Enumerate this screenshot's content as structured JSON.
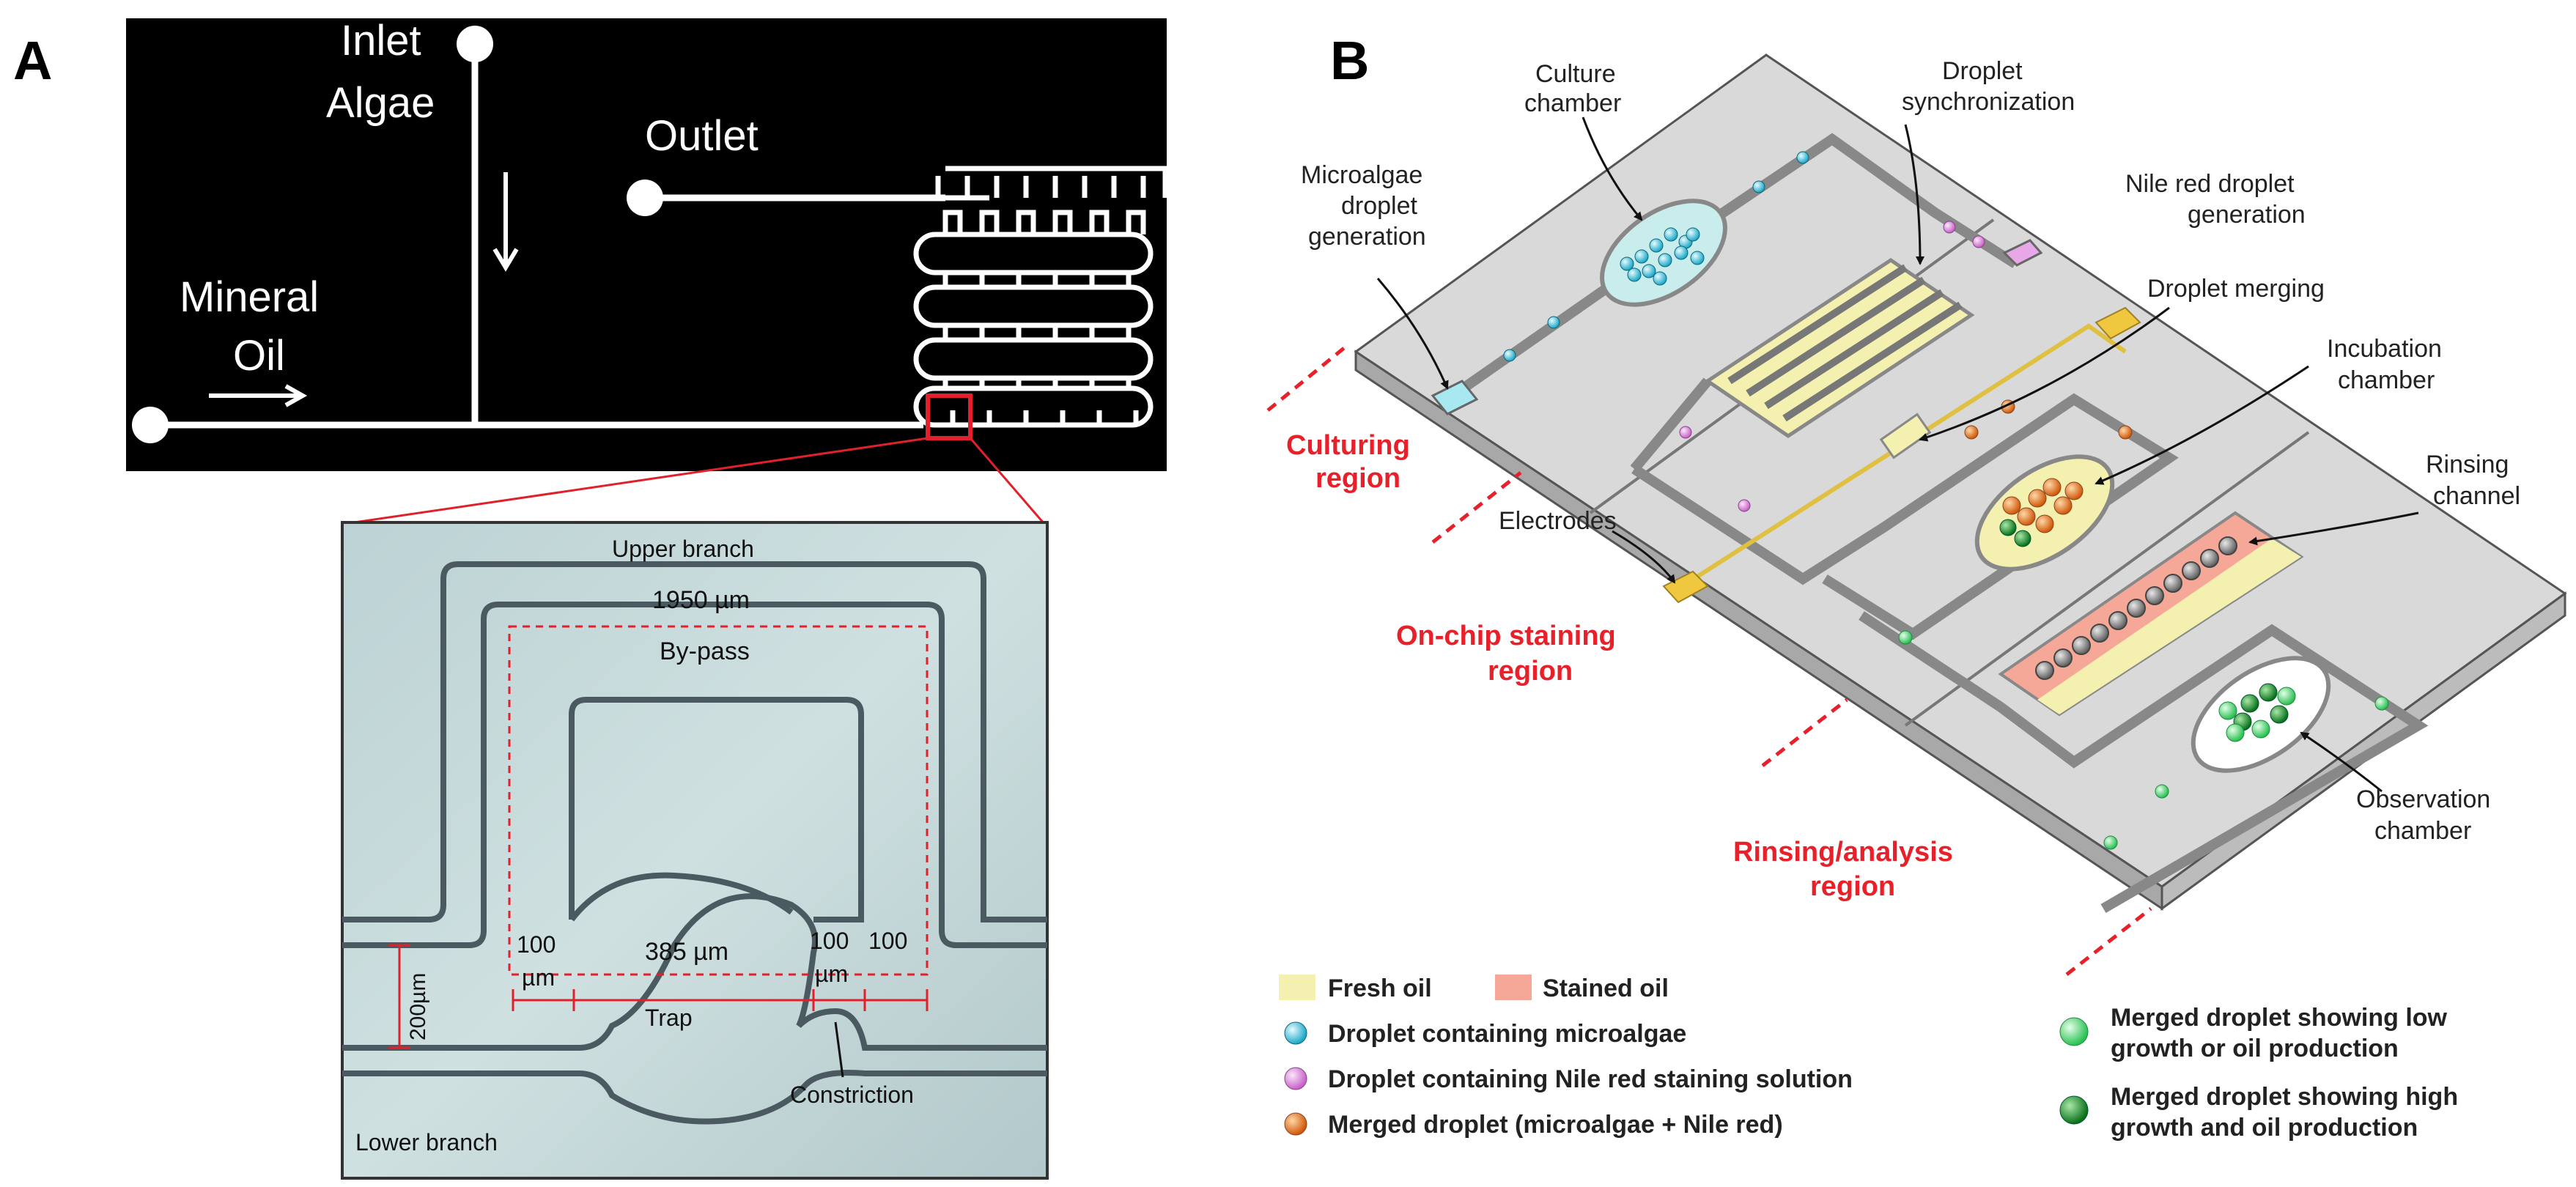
{
  "panel_a": {
    "label": "A",
    "inlet_algae_line1": "Inlet",
    "inlet_algae_line2": "Algae",
    "outlet": "Outlet",
    "mineral_oil_line1": "Mineral",
    "mineral_oil_line2": "Oil",
    "micro": {
      "upper_branch": "Upper branch",
      "width_1950": "1950 µm",
      "bypass": "By-pass",
      "dim_100_left_line1": "100",
      "dim_100_left_line2": "µm",
      "dim_385": "385 µm",
      "dim_100_mid_line1": "100",
      "dim_100_mid_line2": "µm",
      "dim_100_right": "100",
      "trap": "Trap",
      "height_200": "200µm",
      "constriction": "Constriction",
      "lower_branch": "Lower branch"
    }
  },
  "panel_b": {
    "label": "B",
    "culture_chamber_line1": "Culture",
    "culture_chamber_line2": "chamber",
    "droplet_sync_line1": "Droplet",
    "droplet_sync_line2": "synchronization",
    "microalgae_gen_line1": "Microalgae",
    "microalgae_gen_line2": "droplet",
    "microalgae_gen_line3": "generation",
    "nile_red_gen_line1": "Nile red droplet",
    "nile_red_gen_line2": "generation",
    "droplet_merging": "Droplet merging",
    "incubation_line1": "Incubation",
    "incubation_line2": "chamber",
    "rinsing_line1": "Rinsing",
    "rinsing_line2": "channel",
    "electrodes": "Electrodes",
    "culturing_region_line1": "Culturing",
    "culturing_region_line2": "region",
    "staining_region_line1": "On-chip  staining",
    "staining_region_line2": "region",
    "rinsing_region_line1": "Rinsing/analysis",
    "rinsing_region_line2": "region",
    "observation_line1": "Observation",
    "observation_line2": "chamber",
    "legend": {
      "fresh_oil": "Fresh oil",
      "stained_oil": "Stained oil",
      "droplet_microalgae": "Droplet containing microalgae",
      "droplet_nile_red": "Droplet containing Nile red staining solution",
      "merged_droplet": "Merged droplet (microalgae + Nile red)",
      "low_growth_line1": "Merged droplet showing low",
      "low_growth_line2": "growth or oil production",
      "high_growth_line1": "Merged droplet showing high",
      "high_growth_line2": "growth and oil production"
    }
  },
  "colors": {
    "chip_black": "#000000",
    "channel_white": "#ffffff",
    "dim_red": "#e0202a",
    "region_red": "#e8202a",
    "chip_gray": "#d9d9d9",
    "fresh_oil": "#f4f0b0",
    "stained_oil": "#f6a898",
    "droplet_cyan": "#40c8e0",
    "droplet_pink": "#e890e0",
    "droplet_orange": "#f07818",
    "droplet_light_green": "#50e070",
    "droplet_dark_green": "#18a028"
  }
}
